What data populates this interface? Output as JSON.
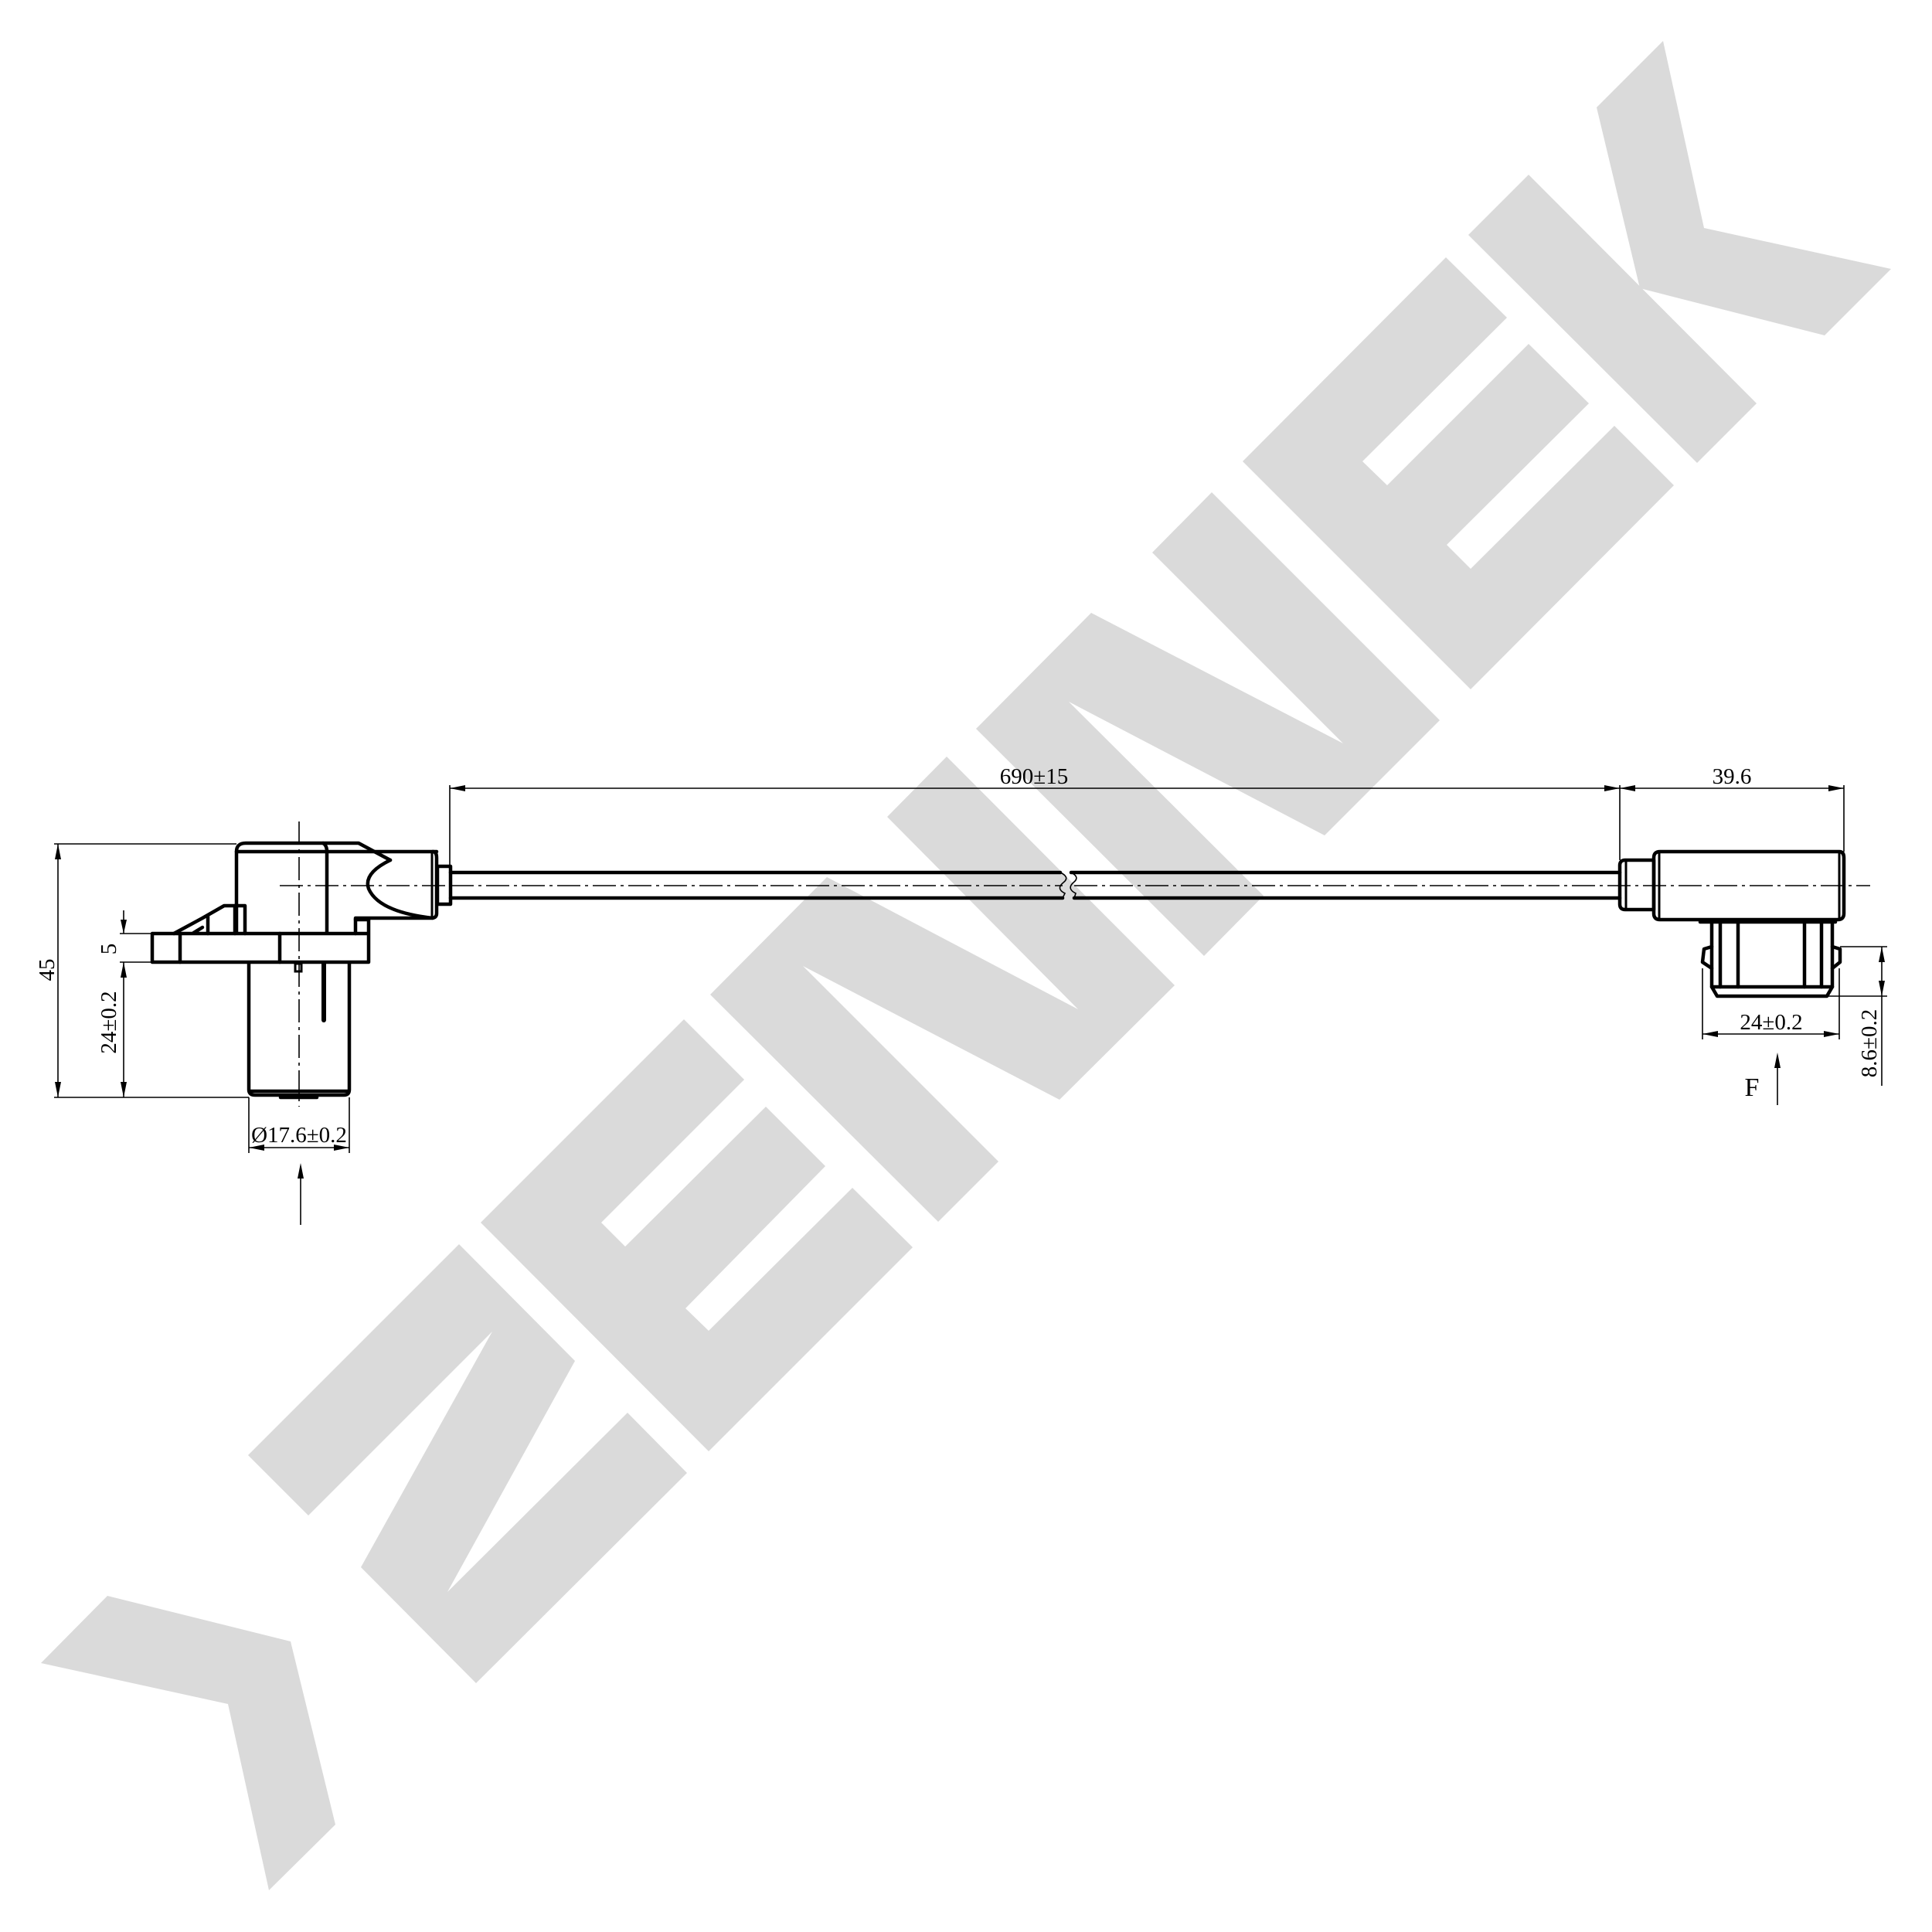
{
  "watermark": {
    "text": "ZENWEK",
    "color": "#dadada"
  },
  "drawing": {
    "subject": "sensor with cable and angled connector",
    "cable_break": true,
    "dimensions": {
      "overall_height": "45",
      "flange_thickness": "5",
      "sensor_body_length": "24±0.2",
      "sensor_diameter": "Ø17.6±0.2",
      "cable_length": "690±15",
      "connector_length": "39.6",
      "connector_width": "24±0.2",
      "connector_depth": "8.6±0.2"
    },
    "view_labels": {
      "connector_view": "F"
    }
  }
}
